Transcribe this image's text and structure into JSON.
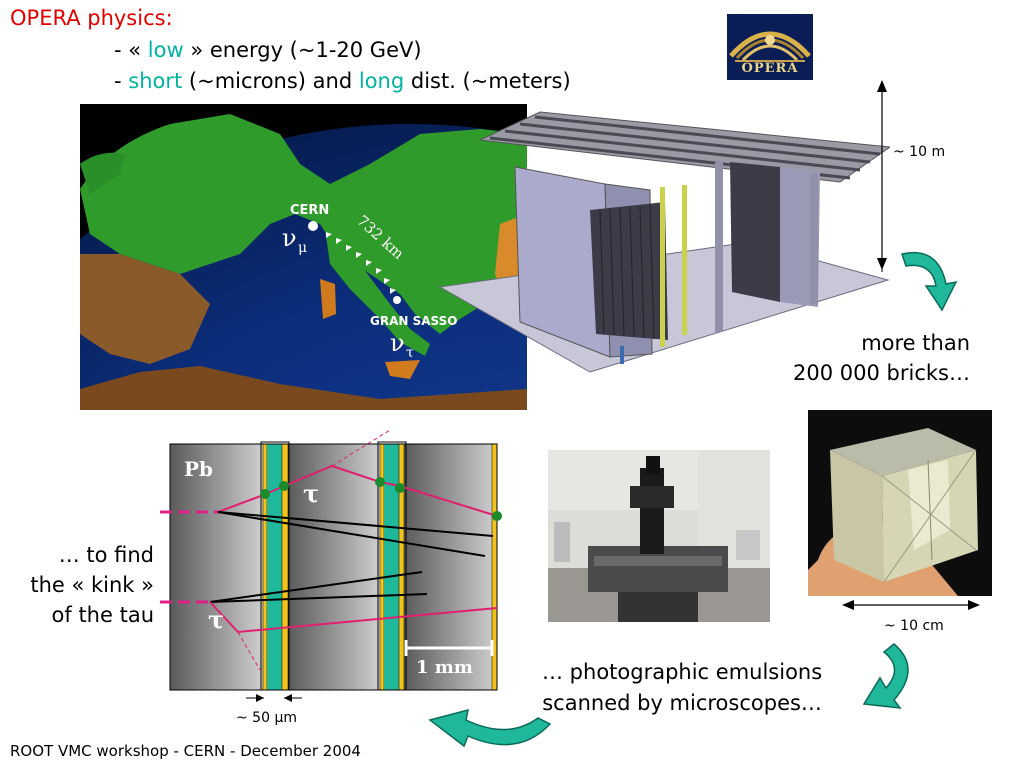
{
  "header": {
    "title": "OPERA physics:",
    "line1": {
      "prefix": "- « ",
      "highlight": "low",
      "suffix": " » energy (~1-20 GeV)"
    },
    "line2": {
      "prefix": "- ",
      "short": "short",
      "middle": " (~microns) and ",
      "long": "long",
      "suffix": " dist. (~meters)"
    }
  },
  "logo": {
    "text": "OPERA"
  },
  "map": {
    "origin": "CERN",
    "destination": "GRAN SASSO",
    "distance": "732 km",
    "nu_symbol": "ν",
    "nu_mu_sub": "μ",
    "nu_tau_sub": "τ"
  },
  "detector": {
    "height_label": "~ 10 m"
  },
  "bricks": {
    "line1": "more than",
    "line2": "200 000 bricks…"
  },
  "brick_photo": {
    "size_label": "~ 10 cm"
  },
  "emulsion": {
    "material": "Pb",
    "tau_symbol": "τ",
    "scale": "1 mm",
    "gap_label_prefix": "~ 50 ",
    "gap_label_unit": "μm"
  },
  "kink_text": {
    "line1": "… to find",
    "line2": "the « kink »",
    "line3": "of the tau"
  },
  "photo_text": {
    "line1": "… photographic emulsions",
    "line2": "scanned by microscopes…"
  },
  "footer": {
    "text": "ROOT VMC workshop - CERN - December 2004"
  },
  "colors": {
    "title": "#e00000",
    "highlight": "#00b3a4",
    "track": "#e0206e",
    "emulsion": "#1fb89a",
    "base": "#f2c31b",
    "arrow": "#1fb89a"
  },
  "icons": {
    "flow_arrow": "curved-arrow-icon",
    "dimension_arrow": "double-arrow-icon"
  }
}
